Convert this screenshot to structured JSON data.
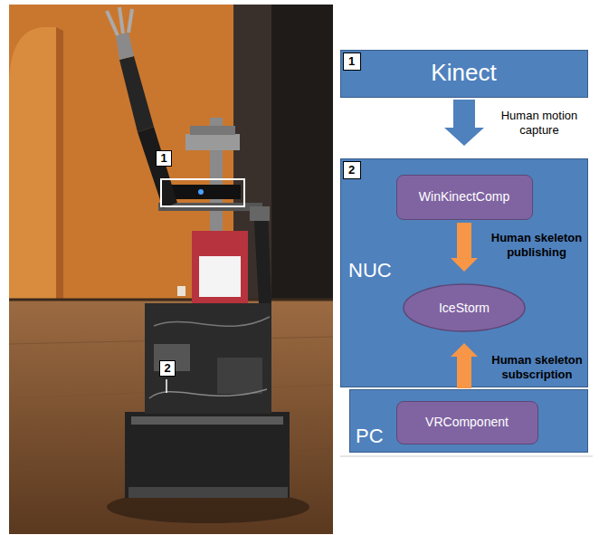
{
  "diagram": {
    "nodes": [
      {
        "text": [
          "Kinect"
        ]
      },
      {
        "text": [
          "1"
        ],
        "in": 0
      },
      {
        "text": [
          "NUC"
        ]
      },
      {
        "text": [
          "2"
        ],
        "in": 2
      },
      {
        "text": [
          "WinKinectComp"
        ],
        "in": 2
      },
      {
        "text": [
          "IceStorm"
        ],
        "in": 2
      },
      {
        "text": [
          "PC"
        ]
      },
      {
        "text": [
          "VRComponent"
        ],
        "in": 6
      }
    ],
    "edges": [
      {
        "from": 0,
        "to": 2,
        "arrow": "to",
        "label": "Human motion capture"
      },
      {
        "from": 4,
        "to": 5,
        "arrow": "to",
        "label": "Human skeleton publishing"
      },
      {
        "from": 6,
        "to": 5,
        "arrow": "to",
        "label": "Human skeleton subscription"
      }
    ],
    "labels": [
      "1",
      "2"
    ]
  }
}
